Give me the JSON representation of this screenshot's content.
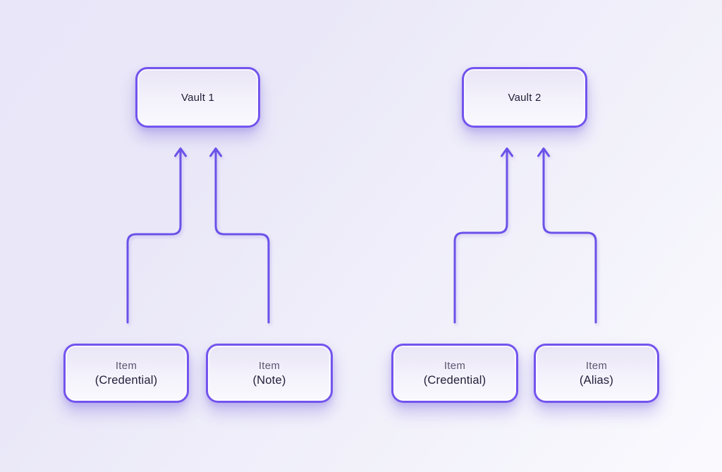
{
  "diagram": {
    "vaults": [
      {
        "label": "Vault 1"
      },
      {
        "label": "Vault 2"
      }
    ],
    "items": [
      {
        "title": "Item",
        "subtitle": "(Credential)",
        "vault": "Vault 1"
      },
      {
        "title": "Item",
        "subtitle": "(Note)",
        "vault": "Vault 1"
      },
      {
        "title": "Item",
        "subtitle": "(Credential)",
        "vault": "Vault 2"
      },
      {
        "title": "Item",
        "subtitle": "(Alias)",
        "vault": "Vault 2"
      }
    ],
    "colors": {
      "accent_line": "#6C51E9",
      "node_border": "#7354EE",
      "background_top_left": "#E8E6F8",
      "background_bottom_right": "#FAFAFE",
      "vault_text": "#211C35",
      "item_title_text": "#5D5671",
      "item_subtitle_text": "#231E39"
    }
  }
}
